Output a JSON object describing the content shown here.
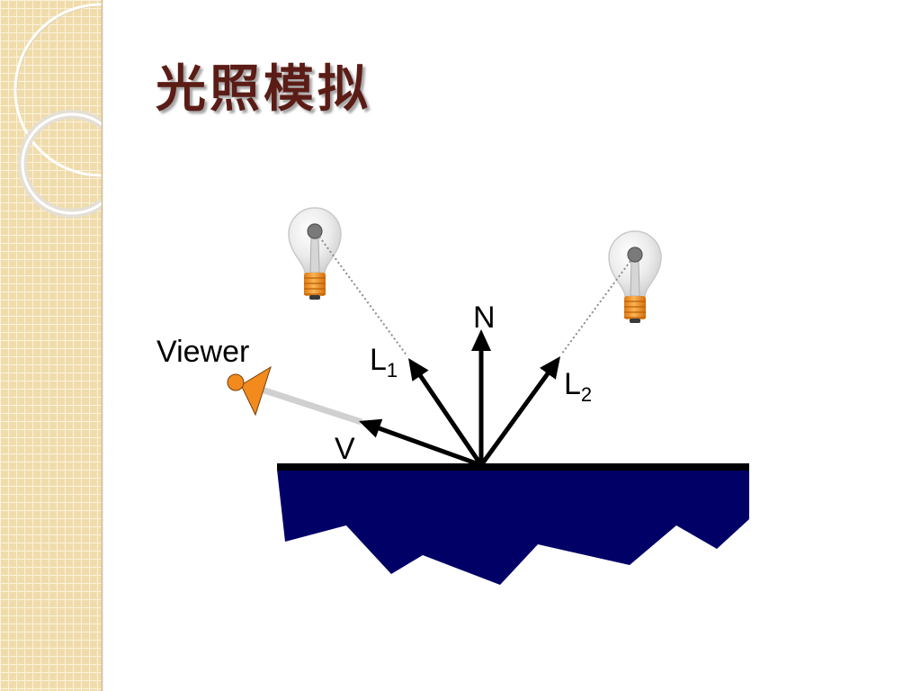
{
  "slide": {
    "title": "光照模拟",
    "title_color": "#5c1d12"
  },
  "sidebar": {
    "background_color": "#f0dcab"
  },
  "diagram": {
    "labels": {
      "viewer": "Viewer",
      "normal": "N",
      "light1": {
        "letter": "L",
        "subscript": "1"
      },
      "light2": {
        "letter": "L",
        "subscript": "2"
      },
      "view": "V"
    },
    "icons": {
      "light1": "light-bulb-icon",
      "light2": "light-bulb-icon",
      "viewer": "viewer-eye-icon"
    },
    "colors": {
      "surface": "#000066",
      "surface_edge": "#000000",
      "vectors": "#000000",
      "viewer": "#f28a1e",
      "light_rays": "#8c8c8c"
    }
  }
}
